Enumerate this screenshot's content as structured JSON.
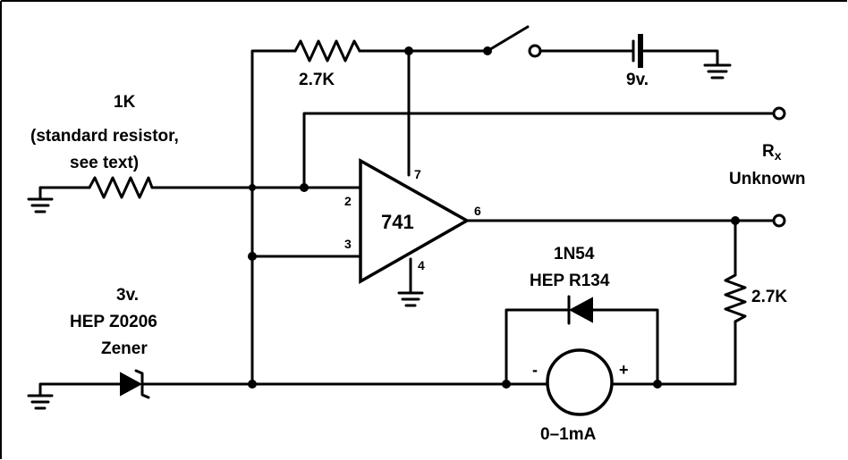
{
  "labels": {
    "feedback_resistor": "2.7K",
    "battery": "9v.",
    "standard_resistor_value": "1K",
    "standard_resistor_note_1": "(standard resistor,",
    "standard_resistor_note_2": "see text)",
    "rx_label_r": "R",
    "rx_label_sub": "x",
    "rx_label_unknown": "Unknown",
    "opamp": "741",
    "pin_2": "2",
    "pin_3": "3",
    "pin_4": "4",
    "pin_6": "6",
    "pin_7": "7",
    "diode_line1": "1N54",
    "diode_line2": "HEP R134",
    "load_resistor": "2.7K",
    "zener_line1": "3v.",
    "zener_line2": "HEP Z0206",
    "zener_line3": "Zener",
    "meter_minus": "-",
    "meter_plus": "+",
    "meter_range": "0–1mA"
  }
}
